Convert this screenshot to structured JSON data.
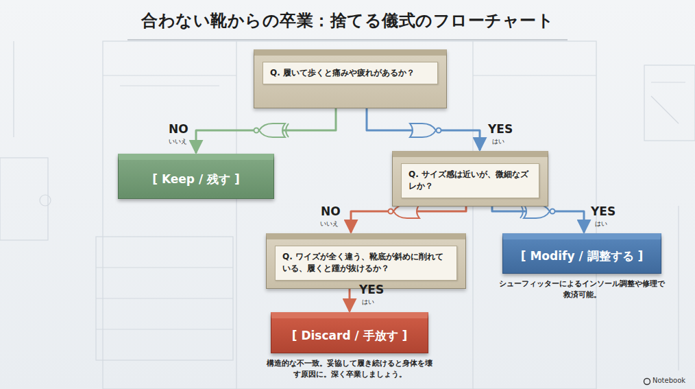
{
  "diagram": {
    "title": "合わない靴からの卒業：捨てる儀式のフローチャート",
    "nodes": [
      {
        "text": [
          "Q. 履いて歩くと痛みや疲れがあるか？"
        ]
      },
      {
        "text": [
          "[ Keep / 残す ]"
        ]
      },
      {
        "text": [
          "Q. サイズ感は近いが、微細なズレか？"
        ]
      },
      {
        "text": [
          "Q. ワイズが全く違う、靴底が斜めに削れている、履くと踵が抜けるか？"
        ]
      },
      {
        "text": [
          "[ Modify / 調整する ]",
          "シューフィッターによるインソール調整や修理で救済可能。"
        ]
      },
      {
        "text": [
          "[ Discard / 手放す ]",
          "構造的な不一致。妥協して履き続けると身体を壊す原因に。深く卒業しましょう。"
        ]
      }
    ],
    "edges": [
      {
        "from": 0,
        "to": 1,
        "arrow": "to",
        "label": "NO"
      },
      {
        "from": 0,
        "to": 2,
        "arrow": "to",
        "label": "YES"
      },
      {
        "from": 2,
        "to": 3,
        "arrow": "to",
        "label": "NO"
      },
      {
        "from": 2,
        "to": 4,
        "arrow": "to",
        "label": "YES"
      },
      {
        "from": 3,
        "to": 5,
        "arrow": "to",
        "label": "YES"
      }
    ],
    "labels": [
      "いいえ",
      "はい",
      "いいえ",
      "はい",
      "はい",
      "Notebook"
    ]
  }
}
